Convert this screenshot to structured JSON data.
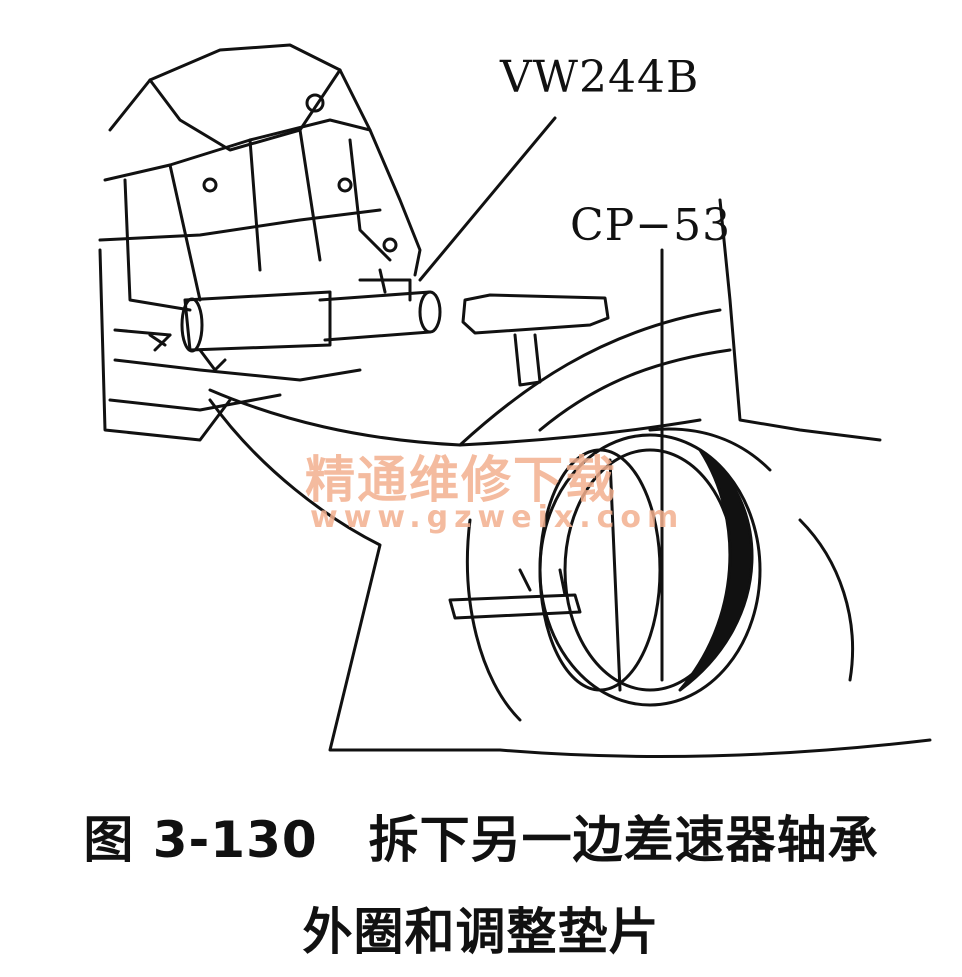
{
  "labels": {
    "tool_1": "VW244B",
    "tool_2": "CP−53"
  },
  "watermark": {
    "text": "精通维修下载",
    "url": "www.gzweix.com",
    "color": "#f3b08f"
  },
  "caption": {
    "line1": "图 3-130　拆下另一边差速器轴承",
    "line2": "外圈和调整垫片"
  }
}
